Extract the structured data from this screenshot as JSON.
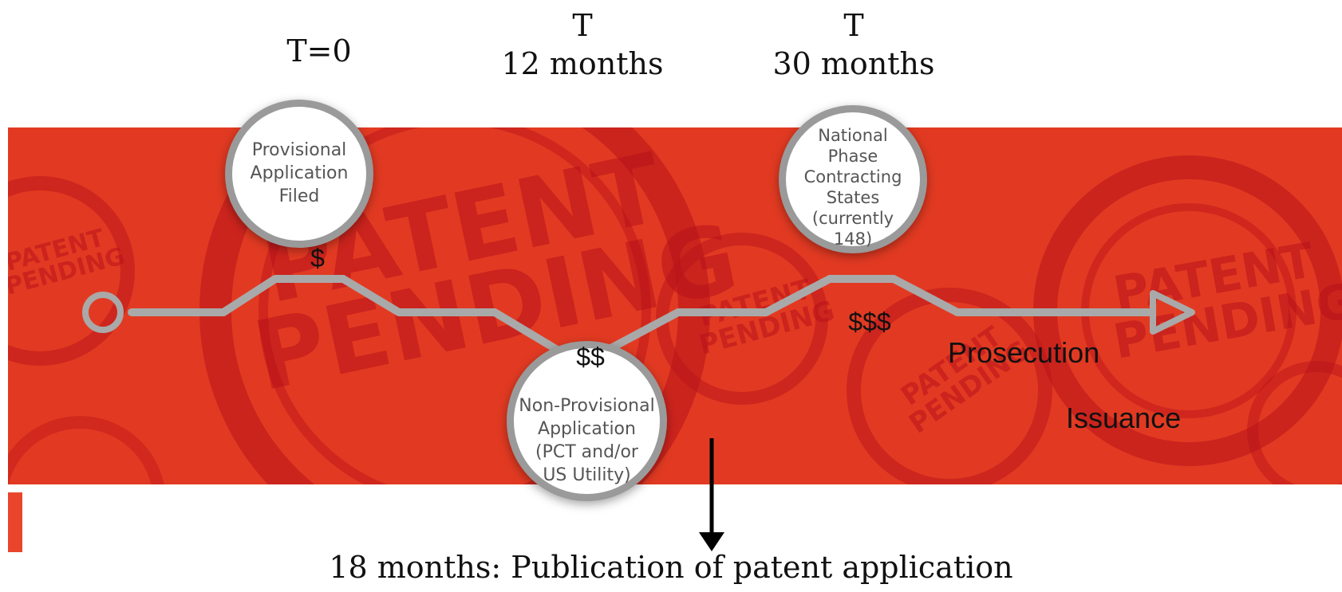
{
  "timeline": {
    "markers": [
      {
        "line1": "T=0",
        "line2": ""
      },
      {
        "line1": "T",
        "line2": "12 months"
      },
      {
        "line1": "T",
        "line2": "30 months"
      }
    ],
    "nodes": [
      {
        "lines": [
          "Provisional",
          "Application",
          "Filed"
        ],
        "cost": "$"
      },
      {
        "lines": [
          "Non-Provisional",
          "Application",
          "(PCT and/or",
          "US Utility)"
        ],
        "cost": "$$"
      },
      {
        "lines": [
          "National",
          "Phase",
          "Contracting",
          "States",
          "(currently",
          "148)"
        ],
        "cost": "$$$"
      }
    ],
    "stages": [
      "Prosecution",
      "Issuance"
    ],
    "publication_note": "18 months: Publication of patent application",
    "background_stamp_text": [
      "PATENT",
      "PENDING"
    ]
  },
  "colors": {
    "band": "#e23a22",
    "stamp": "#b8121a",
    "line": "#a9a9a9",
    "circle_border": "#9a9a9a",
    "circle_fill": "#ffffff"
  }
}
